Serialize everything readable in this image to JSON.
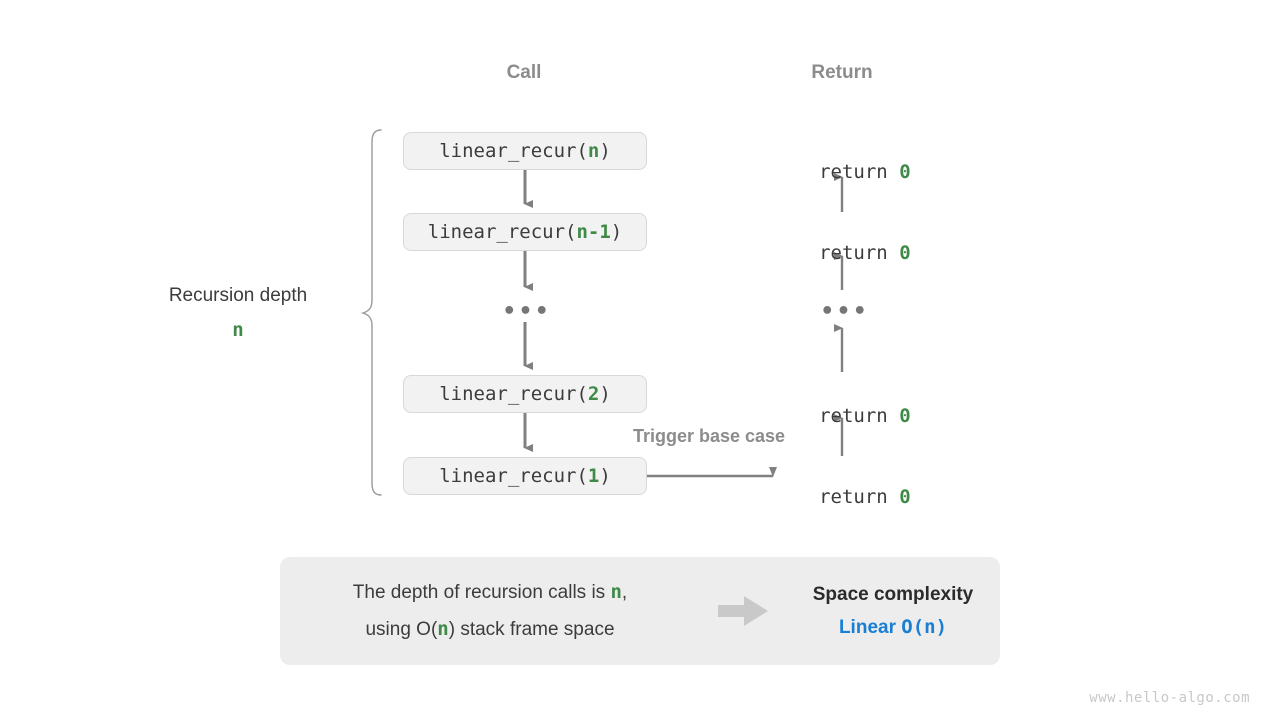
{
  "colors": {
    "green": "#3f8a47",
    "blue": "#1a7fd4",
    "gray_text": "#8c8c8c",
    "body_text": "#3c3c3c",
    "box_fill": "#f2f2f2",
    "box_border": "#d8d8d8",
    "arrow": "#808080",
    "panel_fill": "#ededed",
    "watermark": "#c8c8c8"
  },
  "headers": {
    "call": "Call",
    "return": "Return"
  },
  "brace": {
    "label_line1": "Recursion depth",
    "label_line2": "n"
  },
  "call_stack": [
    {
      "prefix": "linear_recur(",
      "arg": "n",
      "suffix": ")"
    },
    {
      "prefix": "linear_recur(",
      "arg": "n-1",
      "suffix": ")"
    },
    {
      "ellipsis": "•••"
    },
    {
      "prefix": "linear_recur(",
      "arg": "2",
      "suffix": ")"
    },
    {
      "prefix": "linear_recur(",
      "arg": "1",
      "suffix": ")"
    }
  ],
  "return_stack": [
    {
      "text": "return ",
      "value": "0"
    },
    {
      "text": "return ",
      "value": "0"
    },
    {
      "ellipsis": "•••"
    },
    {
      "text": "return ",
      "value": "0"
    },
    {
      "text": "return ",
      "value": "0"
    }
  ],
  "annotations": {
    "trigger_base_case": "Trigger base case"
  },
  "summary": {
    "left_line1_a": "The depth of recursion calls is ",
    "left_line1_n": "n",
    "left_line1_b": ",",
    "left_line2_a": "using O(",
    "left_line2_n": "n",
    "left_line2_b": ") stack frame space",
    "arrow_icon": "right-block-arrow-icon",
    "right_title": "Space complexity",
    "right_value_word": "Linear",
    "right_value_bigo": "O(n)"
  },
  "watermark": "www.hello-algo.com"
}
